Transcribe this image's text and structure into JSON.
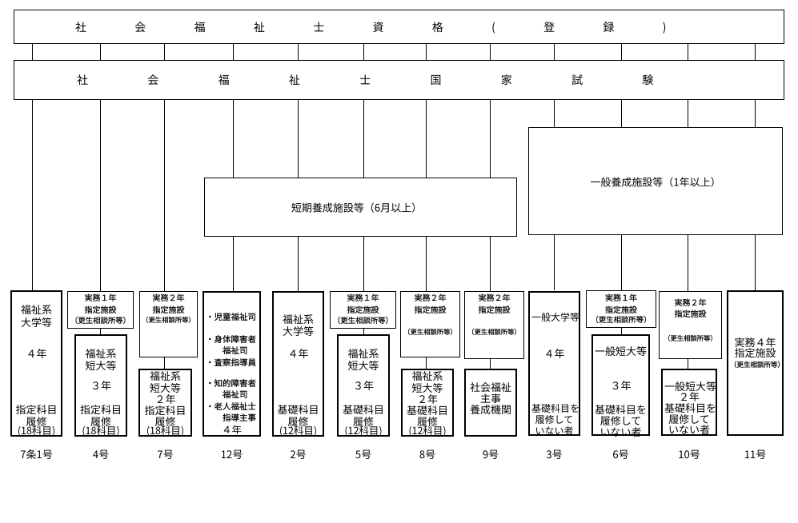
{
  "colors": {
    "background": "#ffffff",
    "line": "#000000",
    "text": "#000000"
  },
  "top_box": {
    "text": "社会福祉士資格(登録)"
  },
  "exam_box": {
    "text": "社会福祉士国家試験"
  },
  "training_boxes": {
    "short_term": {
      "text": "短期養成施設等（6月以上）"
    },
    "general": {
      "text": "一般養成施設等（1年以上）"
    }
  },
  "columns": [
    {
      "id": "c1",
      "label": "7条1号",
      "main_lines": [
        "福祉系",
        "大学等",
        "４年",
        "指定科目",
        "履修",
        "(18科目)"
      ]
    },
    {
      "id": "c2",
      "label": "4号",
      "top_lines": [
        "実務１年",
        "指定施設",
        "（更生相談所等）"
      ],
      "main_lines": [
        "福祉系",
        "短大等",
        "３年",
        "指定科目",
        "履修",
        "(18科目)"
      ]
    },
    {
      "id": "c3",
      "label": "7号",
      "top_lines": [
        "実務２年",
        "指定施設",
        "（更生相談所等）"
      ],
      "main_lines": [
        "福祉系",
        "短大等",
        "２年",
        "指定科目",
        "履修",
        "(18科目)"
      ]
    },
    {
      "id": "c4",
      "label": "12号",
      "main_lines": [
        "・児童福祉司",
        "・身体障害者",
        "　　福祉司",
        "・査察指導員",
        "・知的障害者",
        "　　福祉司",
        "・老人福祉士",
        "　　指導主事",
        "４年"
      ]
    },
    {
      "id": "c5",
      "label": "2号",
      "main_lines": [
        "福祉系",
        "大学等",
        "４年",
        "基礎科目",
        "履修",
        "(12科目)"
      ]
    },
    {
      "id": "c6",
      "label": "5号",
      "top_lines": [
        "実務１年",
        "指定施設",
        "（更生相談所等）"
      ],
      "main_lines": [
        "福祉系",
        "短大等",
        "３年",
        "基礎科目",
        "履修",
        "(12科目)"
      ]
    },
    {
      "id": "c7",
      "label": "8号",
      "top_lines": [
        "実務２年",
        "指定施設",
        "（更生相談所等）"
      ],
      "main_lines": [
        "福祉系",
        "短大等",
        "２年",
        "基礎科目",
        "履修",
        "(12科目)"
      ]
    },
    {
      "id": "c8",
      "label": "9号",
      "top_lines": [
        "実務２年",
        "指定施設",
        "（更生相談所等）"
      ],
      "main_lines": [
        "社会福祉",
        "主事",
        "養成機関"
      ]
    },
    {
      "id": "c9",
      "label": "3号",
      "main_lines": [
        "一般大学等",
        "４年",
        "基礎科目を",
        "履修して",
        "いない者"
      ]
    },
    {
      "id": "c10",
      "label": "6号",
      "top_lines": [
        "実務１年",
        "指定施設",
        "（更生相談所等）"
      ],
      "main_lines": [
        "一般短大等",
        "３年",
        "基礎科目を",
        "履修して",
        "いない者"
      ]
    },
    {
      "id": "c11",
      "label": "10号",
      "top_lines": [
        "実務２年",
        "指定施設",
        "（更生相談所等）"
      ],
      "main_lines": [
        "一般短大等",
        "２年",
        "基礎科目を",
        "履修して",
        "いない者"
      ]
    },
    {
      "id": "c12",
      "label": "11号",
      "main_lines": [
        "実務４年",
        "指定施設",
        "（更生相談所等）"
      ]
    }
  ]
}
